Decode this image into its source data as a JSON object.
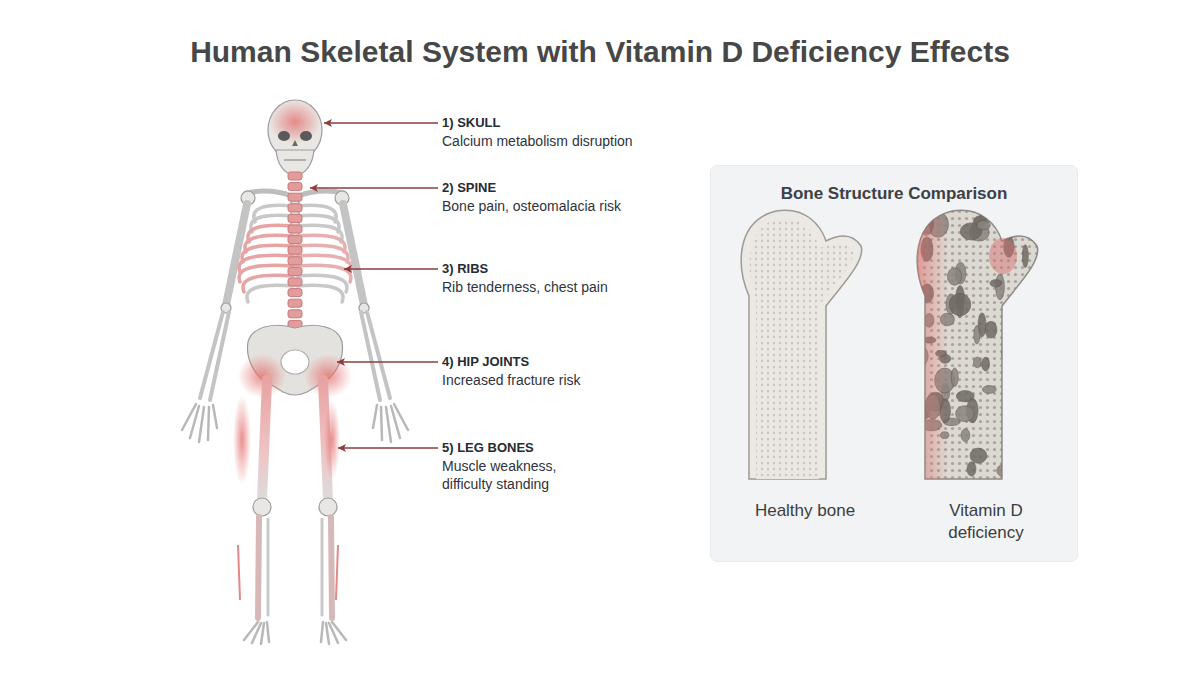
{
  "diagram": {
    "title": "Human Skeletal System with Vitamin D Deficiency Effects",
    "nodes": [
      {
        "text": [
          "Bone Structure Comparison"
        ]
      }
    ],
    "labels": [
      "1) SKULL",
      "Calcium metabolism disruption",
      "2) SPINE",
      "Bone pain, osteomalacia risk",
      "3) RIBS",
      "Rib tenderness, chest pain",
      "4) HIP JOINTS",
      "Increased fracture risk",
      "5) LEG BONES",
      "Muscle weakness, difficulty standing",
      "Healthy bone",
      "Vitamin D deficiency"
    ]
  }
}
